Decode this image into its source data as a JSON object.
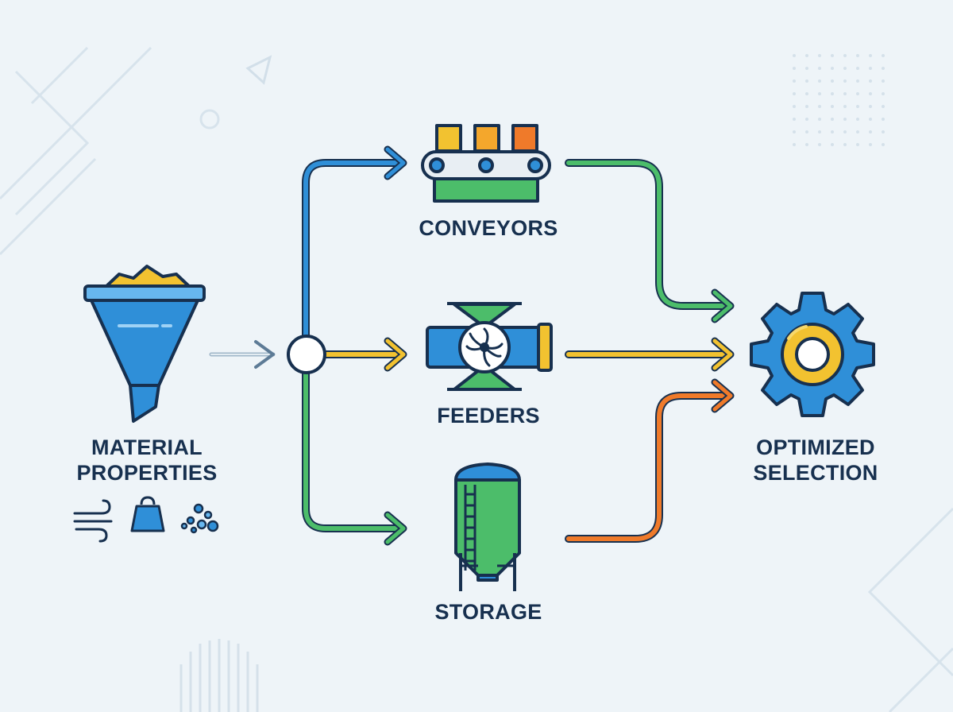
{
  "colors": {
    "outline": "#17304f",
    "blue": "#2f8fd8",
    "green": "#4cbd6a",
    "yellow": "#f2c230",
    "orange": "#ef7a2a",
    "background": "#eef4f8"
  },
  "nodes": {
    "source": {
      "label_lines": [
        "MATERIAL",
        "PROPERTIES"
      ],
      "icon": "funnel-icon"
    },
    "conveyors": {
      "label": "CONVEYORS",
      "icon": "conveyor-belt-icon"
    },
    "feeders": {
      "label": "FEEDERS",
      "icon": "rotary-feeder-icon"
    },
    "storage": {
      "label": "STORAGE",
      "icon": "silo-icon"
    },
    "result": {
      "label_lines": [
        "OPTIMIZED",
        "SELECTION"
      ],
      "icon": "gear-icon"
    }
  },
  "property_icons": [
    "airflow-icon",
    "weight-icon",
    "particles-icon"
  ],
  "connections": [
    {
      "from": "source",
      "to": "splitter",
      "color": "#9fb6c8"
    },
    {
      "from": "splitter",
      "to": "conveyors",
      "color": "#2f8fd8"
    },
    {
      "from": "splitter",
      "to": "feeders",
      "color": "#f2c230"
    },
    {
      "from": "splitter",
      "to": "storage",
      "color": "#4cbd6a"
    },
    {
      "from": "conveyors",
      "to": "result",
      "color": "#4cbd6a"
    },
    {
      "from": "feeders",
      "to": "result",
      "color": "#f2c230"
    },
    {
      "from": "storage",
      "to": "result",
      "color": "#ef7a2a"
    }
  ]
}
